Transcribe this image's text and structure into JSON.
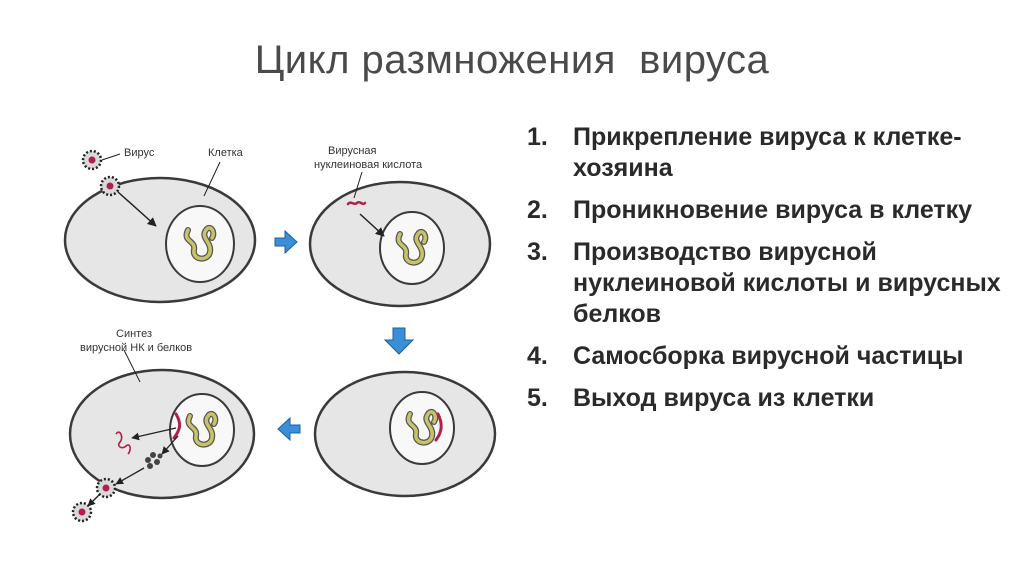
{
  "slide": {
    "title": "Цикл размножения  вируса"
  },
  "diagram": {
    "labels": {
      "virus": "Вирус",
      "cell": "Клетка",
      "viral_na_line1": "Вирусная",
      "viral_na_line2": "нуклеиновая кислота",
      "synthesis_line1": "Синтез",
      "synthesis_line2": "вирусной НК и белков"
    },
    "colors": {
      "cell_fill": "#e6e6e6",
      "cell_stroke": "#3a3a3a",
      "nucleus_fill": "#f8f8f8",
      "dna": "#c8c466",
      "viral_na": "#b0204a",
      "arrow": "#3a8fd8"
    }
  },
  "steps": [
    {
      "num": "1.",
      "text": "Прикрепление вируса к клетке-хозяина"
    },
    {
      "num": "2.",
      "text": "Проникновение вируса в клетку"
    },
    {
      "num": "3.",
      "text": "Производство вирусной нуклеиновой кислоты и вирусных белков"
    },
    {
      "num": "4.",
      "text": "Самосборка вирусной частицы"
    },
    {
      "num": "5.",
      "text": "Выход вируса из клетки"
    }
  ]
}
